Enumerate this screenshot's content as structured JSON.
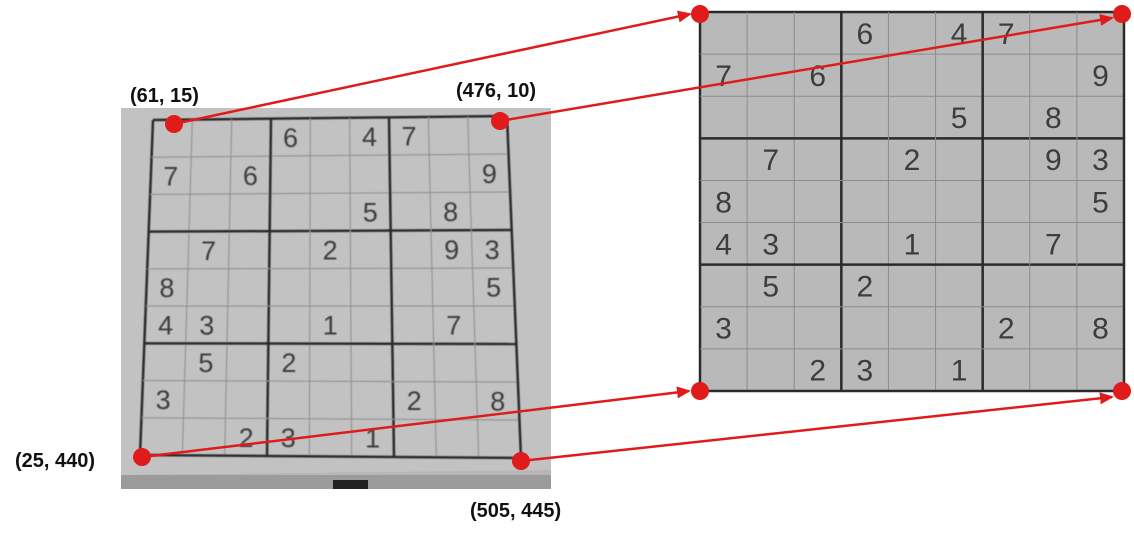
{
  "labels": {
    "top_left": "(61, 15)",
    "top_right": "(476, 10)",
    "bottom_left": "(25, 440)",
    "bottom_right": "(505, 445)"
  },
  "colors": {
    "point": "#e01b1b",
    "arrow": "#e01b1b",
    "paper": "#bcbcbc",
    "paper_dark": "#8f8f8f",
    "grid_thick": "#2a2a2a",
    "digit": "#3d3d3d",
    "label": "#111111"
  },
  "source_grid": [
    [
      0,
      0,
      0,
      6,
      0,
      4,
      7,
      0,
      0
    ],
    [
      7,
      0,
      6,
      0,
      0,
      0,
      0,
      0,
      9
    ],
    [
      0,
      0,
      0,
      0,
      0,
      5,
      0,
      8,
      0
    ],
    [
      0,
      7,
      0,
      0,
      2,
      0,
      0,
      9,
      3
    ],
    [
      8,
      0,
      0,
      0,
      0,
      0,
      0,
      0,
      5
    ],
    [
      4,
      3,
      0,
      0,
      1,
      0,
      0,
      7,
      0
    ],
    [
      0,
      5,
      0,
      2,
      0,
      0,
      0,
      0,
      0
    ],
    [
      3,
      0,
      0,
      0,
      0,
      0,
      2,
      0,
      8
    ],
    [
      0,
      0,
      2,
      3,
      0,
      1,
      0,
      0,
      0
    ]
  ],
  "warped_grid": [
    [
      0,
      0,
      0,
      6,
      0,
      4,
      7,
      0,
      0
    ],
    [
      7,
      0,
      6,
      0,
      0,
      0,
      0,
      0,
      9
    ],
    [
      0,
      0,
      0,
      0,
      0,
      5,
      0,
      8,
      0
    ],
    [
      0,
      7,
      0,
      0,
      2,
      0,
      0,
      9,
      3
    ],
    [
      8,
      0,
      0,
      0,
      0,
      0,
      0,
      0,
      5
    ],
    [
      4,
      3,
      0,
      0,
      1,
      0,
      0,
      7,
      0
    ],
    [
      0,
      5,
      0,
      2,
      0,
      0,
      0,
      0,
      0
    ],
    [
      3,
      0,
      0,
      0,
      0,
      0,
      2,
      0,
      8
    ],
    [
      0,
      0,
      2,
      3,
      0,
      1,
      0,
      0,
      0
    ]
  ]
}
